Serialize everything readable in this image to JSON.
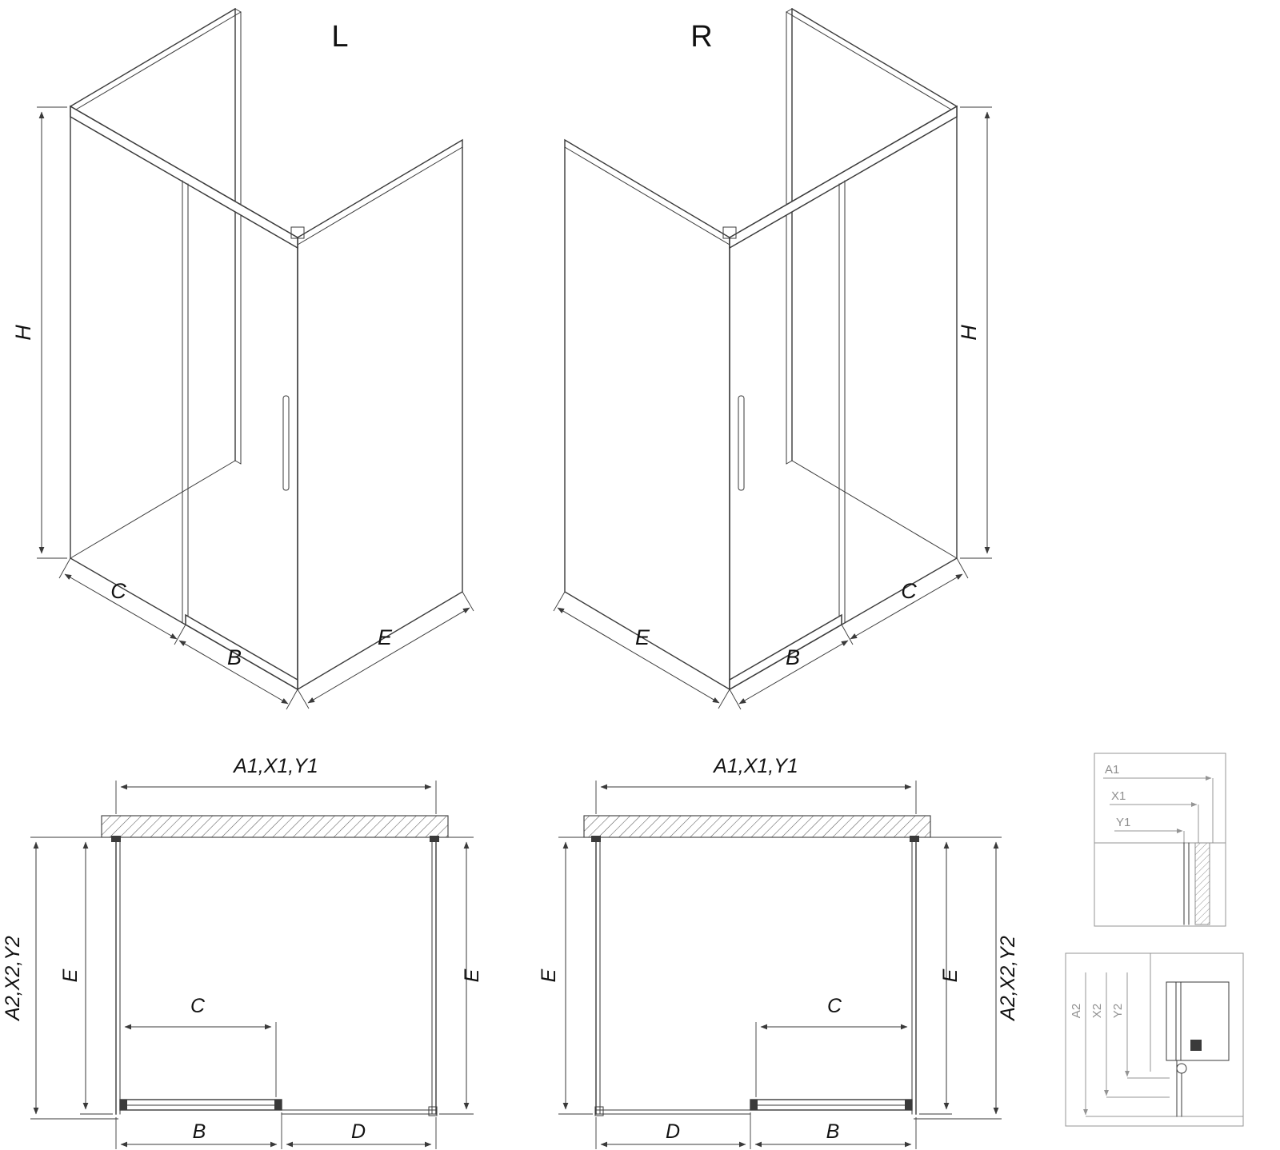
{
  "page": {
    "background": "#ffffff"
  },
  "colors": {
    "line": "#3a3a3a",
    "label": "#111111",
    "detail": "#8f8f8f"
  },
  "iso_left": {
    "title": "L",
    "h": "H",
    "c": "C",
    "b": "B",
    "e": "E"
  },
  "iso_right": {
    "title": "R",
    "h": "H",
    "c": "C",
    "b": "B",
    "e": "E"
  },
  "plan_left": {
    "width_top": "A1,X1,Y1",
    "depth_outer": "A2,X2,Y2",
    "e_left": "E",
    "e_right": "E",
    "c": "C",
    "b": "B",
    "d": "D"
  },
  "plan_right": {
    "width_top": "A1,X1,Y1",
    "depth_outer": "A2,X2,Y2",
    "e_left": "E",
    "e_right": "E",
    "c": "C",
    "b": "B",
    "d": "D"
  },
  "detail_top": {
    "a1": "A1",
    "x1": "X1",
    "y1": "Y1"
  },
  "detail_bottom": {
    "a2": "A2",
    "x2": "X2",
    "y2": "Y2"
  }
}
